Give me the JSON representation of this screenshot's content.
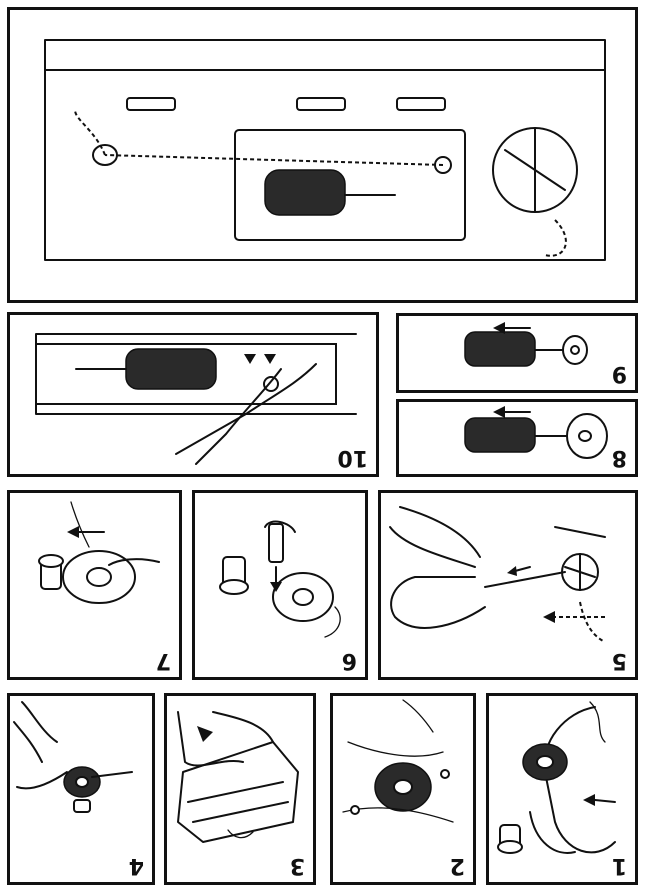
{
  "steps": [
    {
      "number": "1"
    },
    {
      "number": "2"
    },
    {
      "number": "3"
    },
    {
      "number": "4"
    },
    {
      "number": "5"
    },
    {
      "number": "6"
    },
    {
      "number": "7"
    },
    {
      "number": "8"
    },
    {
      "number": "9"
    },
    {
      "number": "10"
    }
  ],
  "colors": {
    "line": "#111111",
    "background": "#ffffff",
    "thread": "#2a2a2a"
  }
}
